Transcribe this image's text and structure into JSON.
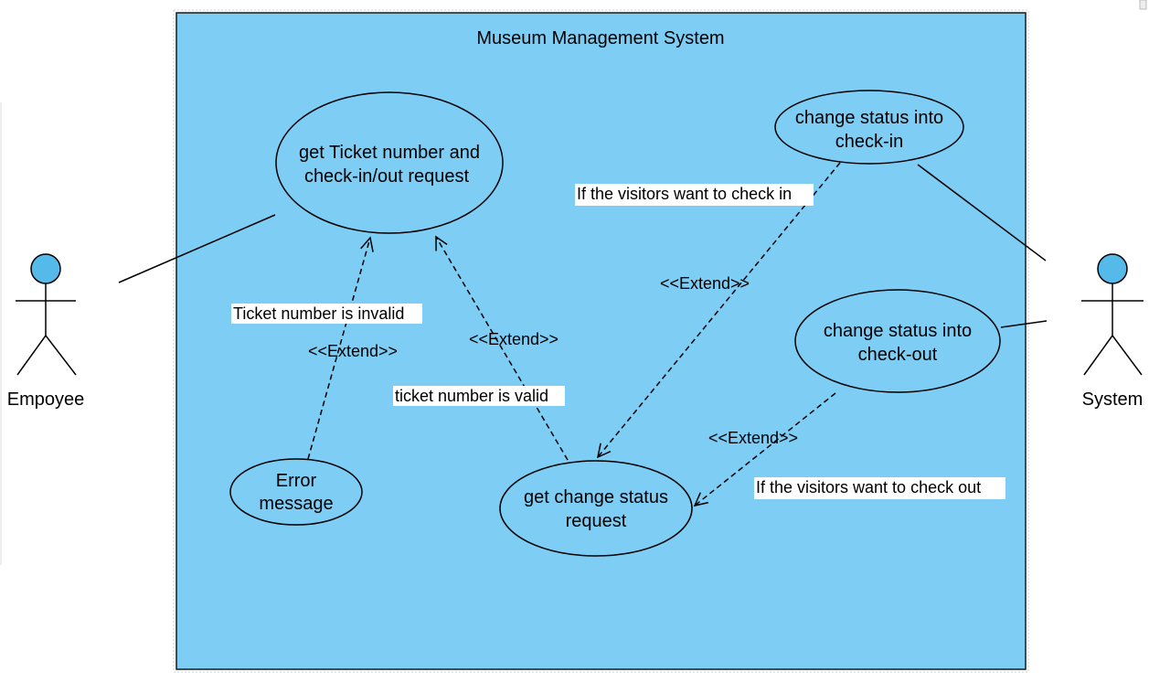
{
  "diagram": {
    "boundary_title": "Museum Management System",
    "colors": {
      "boundary_fill": "#7dcdf5",
      "boundary_stroke": "#1a1a1a",
      "actor_head_fill": "#55b9ea",
      "line": "#000000",
      "label_bg": "#ffffff"
    },
    "actors": [
      {
        "id": "employee",
        "label": "Empoyee"
      },
      {
        "id": "system",
        "label": "System"
      }
    ],
    "use_cases": [
      {
        "id": "get-ticket",
        "lines": [
          "get Ticket number and",
          "check-in/out request"
        ]
      },
      {
        "id": "error",
        "lines": [
          "Error",
          "message"
        ]
      },
      {
        "id": "change-request",
        "lines": [
          "get change status",
          "request"
        ]
      },
      {
        "id": "check-in",
        "lines": [
          "change status into",
          "check-in"
        ]
      },
      {
        "id": "check-out",
        "lines": [
          "change status into",
          "check-out"
        ]
      }
    ],
    "extend_label": "<<Extend>>",
    "conditions": {
      "invalid": "Ticket number is invalid",
      "valid": "ticket number is valid",
      "check_in": "If the visitors want to check in",
      "check_out": "If the visitors want to check out"
    }
  }
}
